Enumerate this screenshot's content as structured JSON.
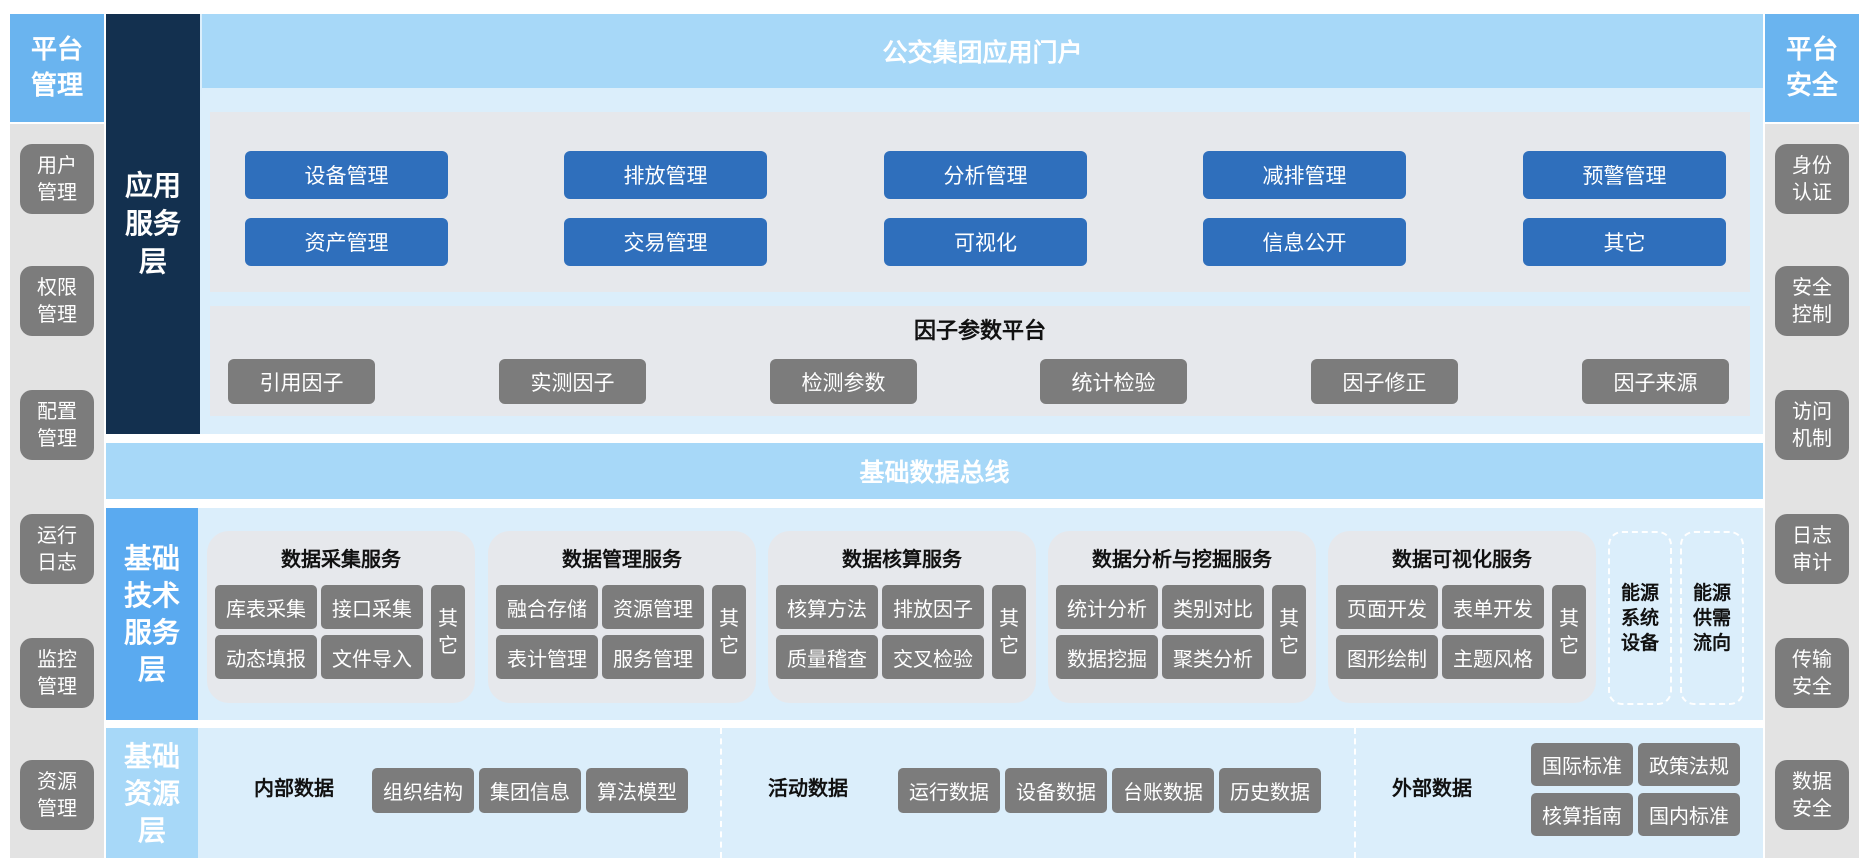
{
  "platform_management": {
    "title": "平台\n管理",
    "items": [
      "用户\n管理",
      "权限\n管理",
      "配置\n管理",
      "运行\n日志",
      "监控\n管理",
      "资源\n管理"
    ]
  },
  "platform_security": {
    "title": "平台\n安全",
    "items": [
      "身份\n认证",
      "安全\n控制",
      "访问\n机制",
      "日志\n审计",
      "传输\n安全",
      "数据\n安全"
    ]
  },
  "app_layer": {
    "label": "应用\n服务\n层",
    "portal_title": "公交集团应用门户",
    "modules_row1": [
      "设备管理",
      "排放管理",
      "分析管理",
      "减排管理",
      "预警管理"
    ],
    "modules_row2": [
      "资产管理",
      "交易管理",
      "可视化",
      "信息公开",
      "其它"
    ]
  },
  "factor_platform": {
    "title": "因子参数平台",
    "items": [
      "引用因子",
      "实测因子",
      "检测参数",
      "统计检验",
      "因子修正",
      "因子来源"
    ]
  },
  "bus": {
    "title": "基础数据总线"
  },
  "tech_layer": {
    "label": "基础\n技术\n服务\n层",
    "services": [
      {
        "title": "数据采集服务",
        "items": [
          "库表采集",
          "接口采集",
          "动态填报",
          "文件导入"
        ],
        "other": "其\n它"
      },
      {
        "title": "数据管理服务",
        "items": [
          "融合存储",
          "资源管理",
          "表计管理",
          "服务管理"
        ],
        "other": "其\n它"
      },
      {
        "title": "数据核算服务",
        "items": [
          "核算方法",
          "排放因子",
          "质量稽查",
          "交叉检验"
        ],
        "other": "其\n它"
      },
      {
        "title": "数据分析与挖掘服务",
        "items": [
          "统计分析",
          "类别对比",
          "数据挖掘",
          "聚类分析"
        ],
        "other": "其\n它"
      },
      {
        "title": "数据可视化服务",
        "items": [
          "页面开发",
          "表单开发",
          "图形绘制",
          "主题风格"
        ],
        "other": "其\n它"
      }
    ],
    "energy_boxes": [
      "能源\n系统\n设备",
      "能源\n供需\n流向"
    ]
  },
  "resource_layer": {
    "label": "基础\n资源\n层",
    "groups": [
      {
        "label": "内部数据",
        "items": [
          "组织结构",
          "集团信息",
          "算法模型"
        ]
      },
      {
        "label": "活动数据",
        "items": [
          "运行数据",
          "设备数据",
          "台账数据",
          "历史数据"
        ]
      },
      {
        "label": "外部数据",
        "items": [
          "国际标准",
          "政策法规",
          "核算指南",
          "国内标准"
        ]
      }
    ]
  },
  "colors": {
    "dark_navy": "#13304f",
    "accent_blue": "#2f6fbc",
    "light_blue": "#a7d8f8",
    "pale_blue": "#dbeefb",
    "gray_button": "#7c7c7c"
  }
}
